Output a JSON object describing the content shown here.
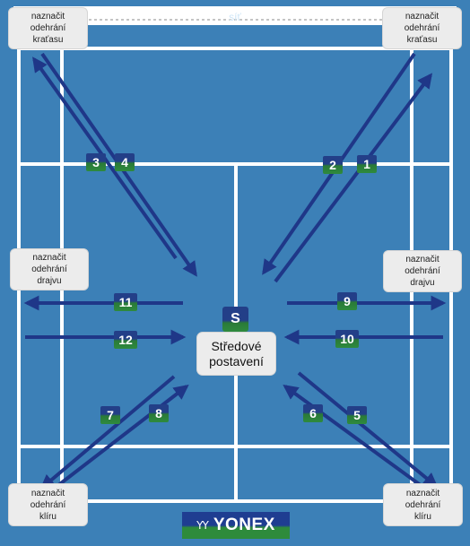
{
  "net_label": "síť",
  "boxes": {
    "top_left": "naznačit\nodehrání\nkraťasu",
    "top_right": "naznačit\nodehrání\nkraťasu",
    "mid_left": "naznačit\nodehrání\ndrajvu",
    "mid_right": "naznačit\nodehrání\ndrajvu",
    "bottom_left": "naznačit\nodehrání\nklíru",
    "bottom_right": "naznačit\nodehrání\nklíru"
  },
  "center": "Středové\npostavení",
  "center_badge": "S",
  "badges": [
    "1",
    "2",
    "3",
    "4",
    "5",
    "6",
    "7",
    "8",
    "9",
    "10",
    "11",
    "12"
  ],
  "logo": {
    "mark": "ΥΥ",
    "word": "YONEX"
  },
  "colors": {
    "court": "#3c80b7",
    "lines": "#ffffff",
    "arrow": "#1f3788",
    "badge_top": "#233f88",
    "badge_bottom": "#2e8a3e"
  }
}
